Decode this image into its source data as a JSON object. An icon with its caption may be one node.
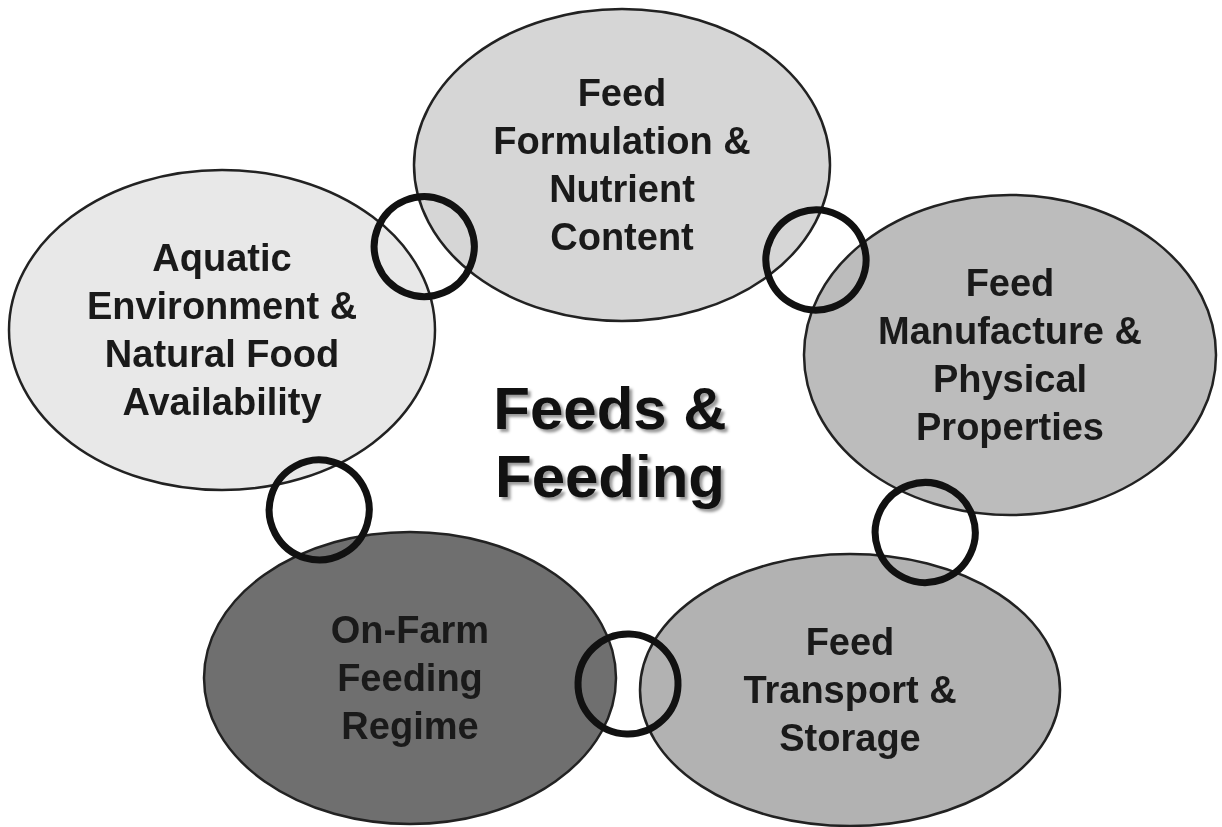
{
  "diagram": {
    "title": "Feeds & Feeding",
    "nodes": [
      {
        "text": [
          "Feed Formulation & Nutrient Content"
        ]
      },
      {
        "text": [
          "Aquatic Environment & Natural Food Availability"
        ]
      },
      {
        "text": [
          "Feed Manufacture & Physical Properties"
        ]
      },
      {
        "text": [
          "On-Farm Feeding Regime"
        ]
      },
      {
        "text": [
          "Feed Transport & Storage"
        ]
      }
    ],
    "edges": [
      {
        "from": 0,
        "to": 1,
        "arrow": "none"
      },
      {
        "from": 0,
        "to": 2,
        "arrow": "none"
      },
      {
        "from": 2,
        "to": 4,
        "arrow": "none"
      },
      {
        "from": 4,
        "to": 3,
        "arrow": "none"
      },
      {
        "from": 3,
        "to": 1,
        "arrow": "none"
      }
    ]
  }
}
